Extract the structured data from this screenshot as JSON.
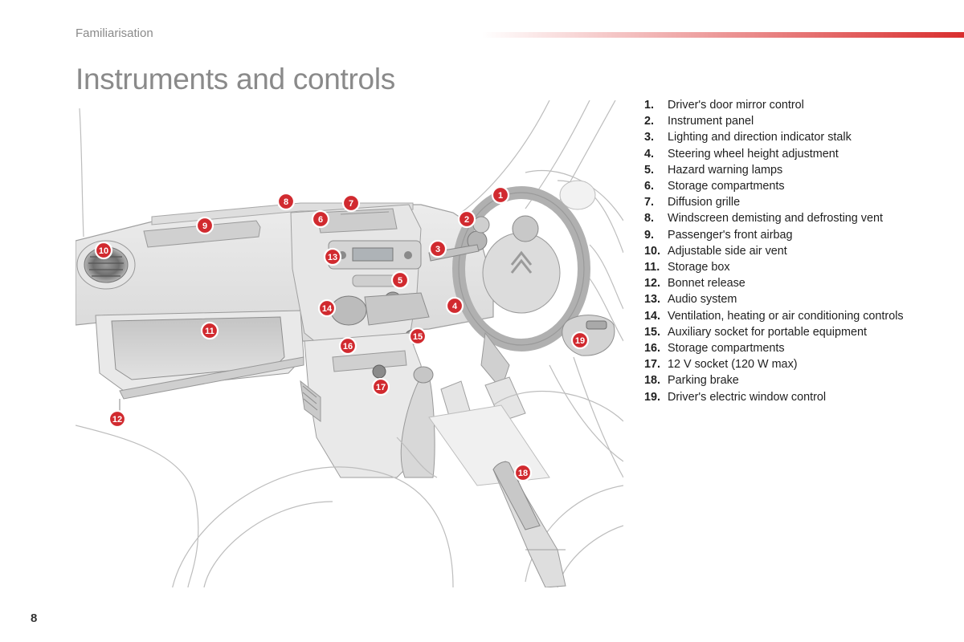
{
  "header": {
    "section": "Familiarisation",
    "accent_color": "#d92e2e"
  },
  "title": "Instruments and controls",
  "page_number": "8",
  "illustration": {
    "badge_color": "#d12a2f",
    "badges": [
      "1",
      "2",
      "3",
      "4",
      "5",
      "6",
      "7",
      "8",
      "9",
      "10",
      "11",
      "12",
      "13",
      "14",
      "15",
      "16",
      "17",
      "18",
      "19"
    ]
  },
  "legend": [
    {
      "num": "1.",
      "text": "Driver's door mirror control"
    },
    {
      "num": "2.",
      "text": "Instrument panel"
    },
    {
      "num": "3.",
      "text": "Lighting and direction indicator stalk"
    },
    {
      "num": "4.",
      "text": "Steering wheel height adjustment"
    },
    {
      "num": "5.",
      "text": "Hazard warning lamps"
    },
    {
      "num": "6.",
      "text": "Storage compartments"
    },
    {
      "num": "7.",
      "text": "Diffusion grille"
    },
    {
      "num": "8.",
      "text": "Windscreen demisting and defrosting vent"
    },
    {
      "num": "9.",
      "text": "Passenger's front airbag"
    },
    {
      "num": "10.",
      "text": "Adjustable side air vent"
    },
    {
      "num": "11.",
      "text": "Storage box"
    },
    {
      "num": "12.",
      "text": "Bonnet release"
    },
    {
      "num": "13.",
      "text": "Audio system"
    },
    {
      "num": "14.",
      "text": "Ventilation, heating or air conditioning controls"
    },
    {
      "num": "15.",
      "text": "Auxiliary socket for portable equipment"
    },
    {
      "num": "16.",
      "text": "Storage compartments"
    },
    {
      "num": "17.",
      "text": "12 V socket (120 W max)"
    },
    {
      "num": "18.",
      "text": "Parking brake"
    },
    {
      "num": "19.",
      "text": "Driver's electric window control"
    }
  ]
}
